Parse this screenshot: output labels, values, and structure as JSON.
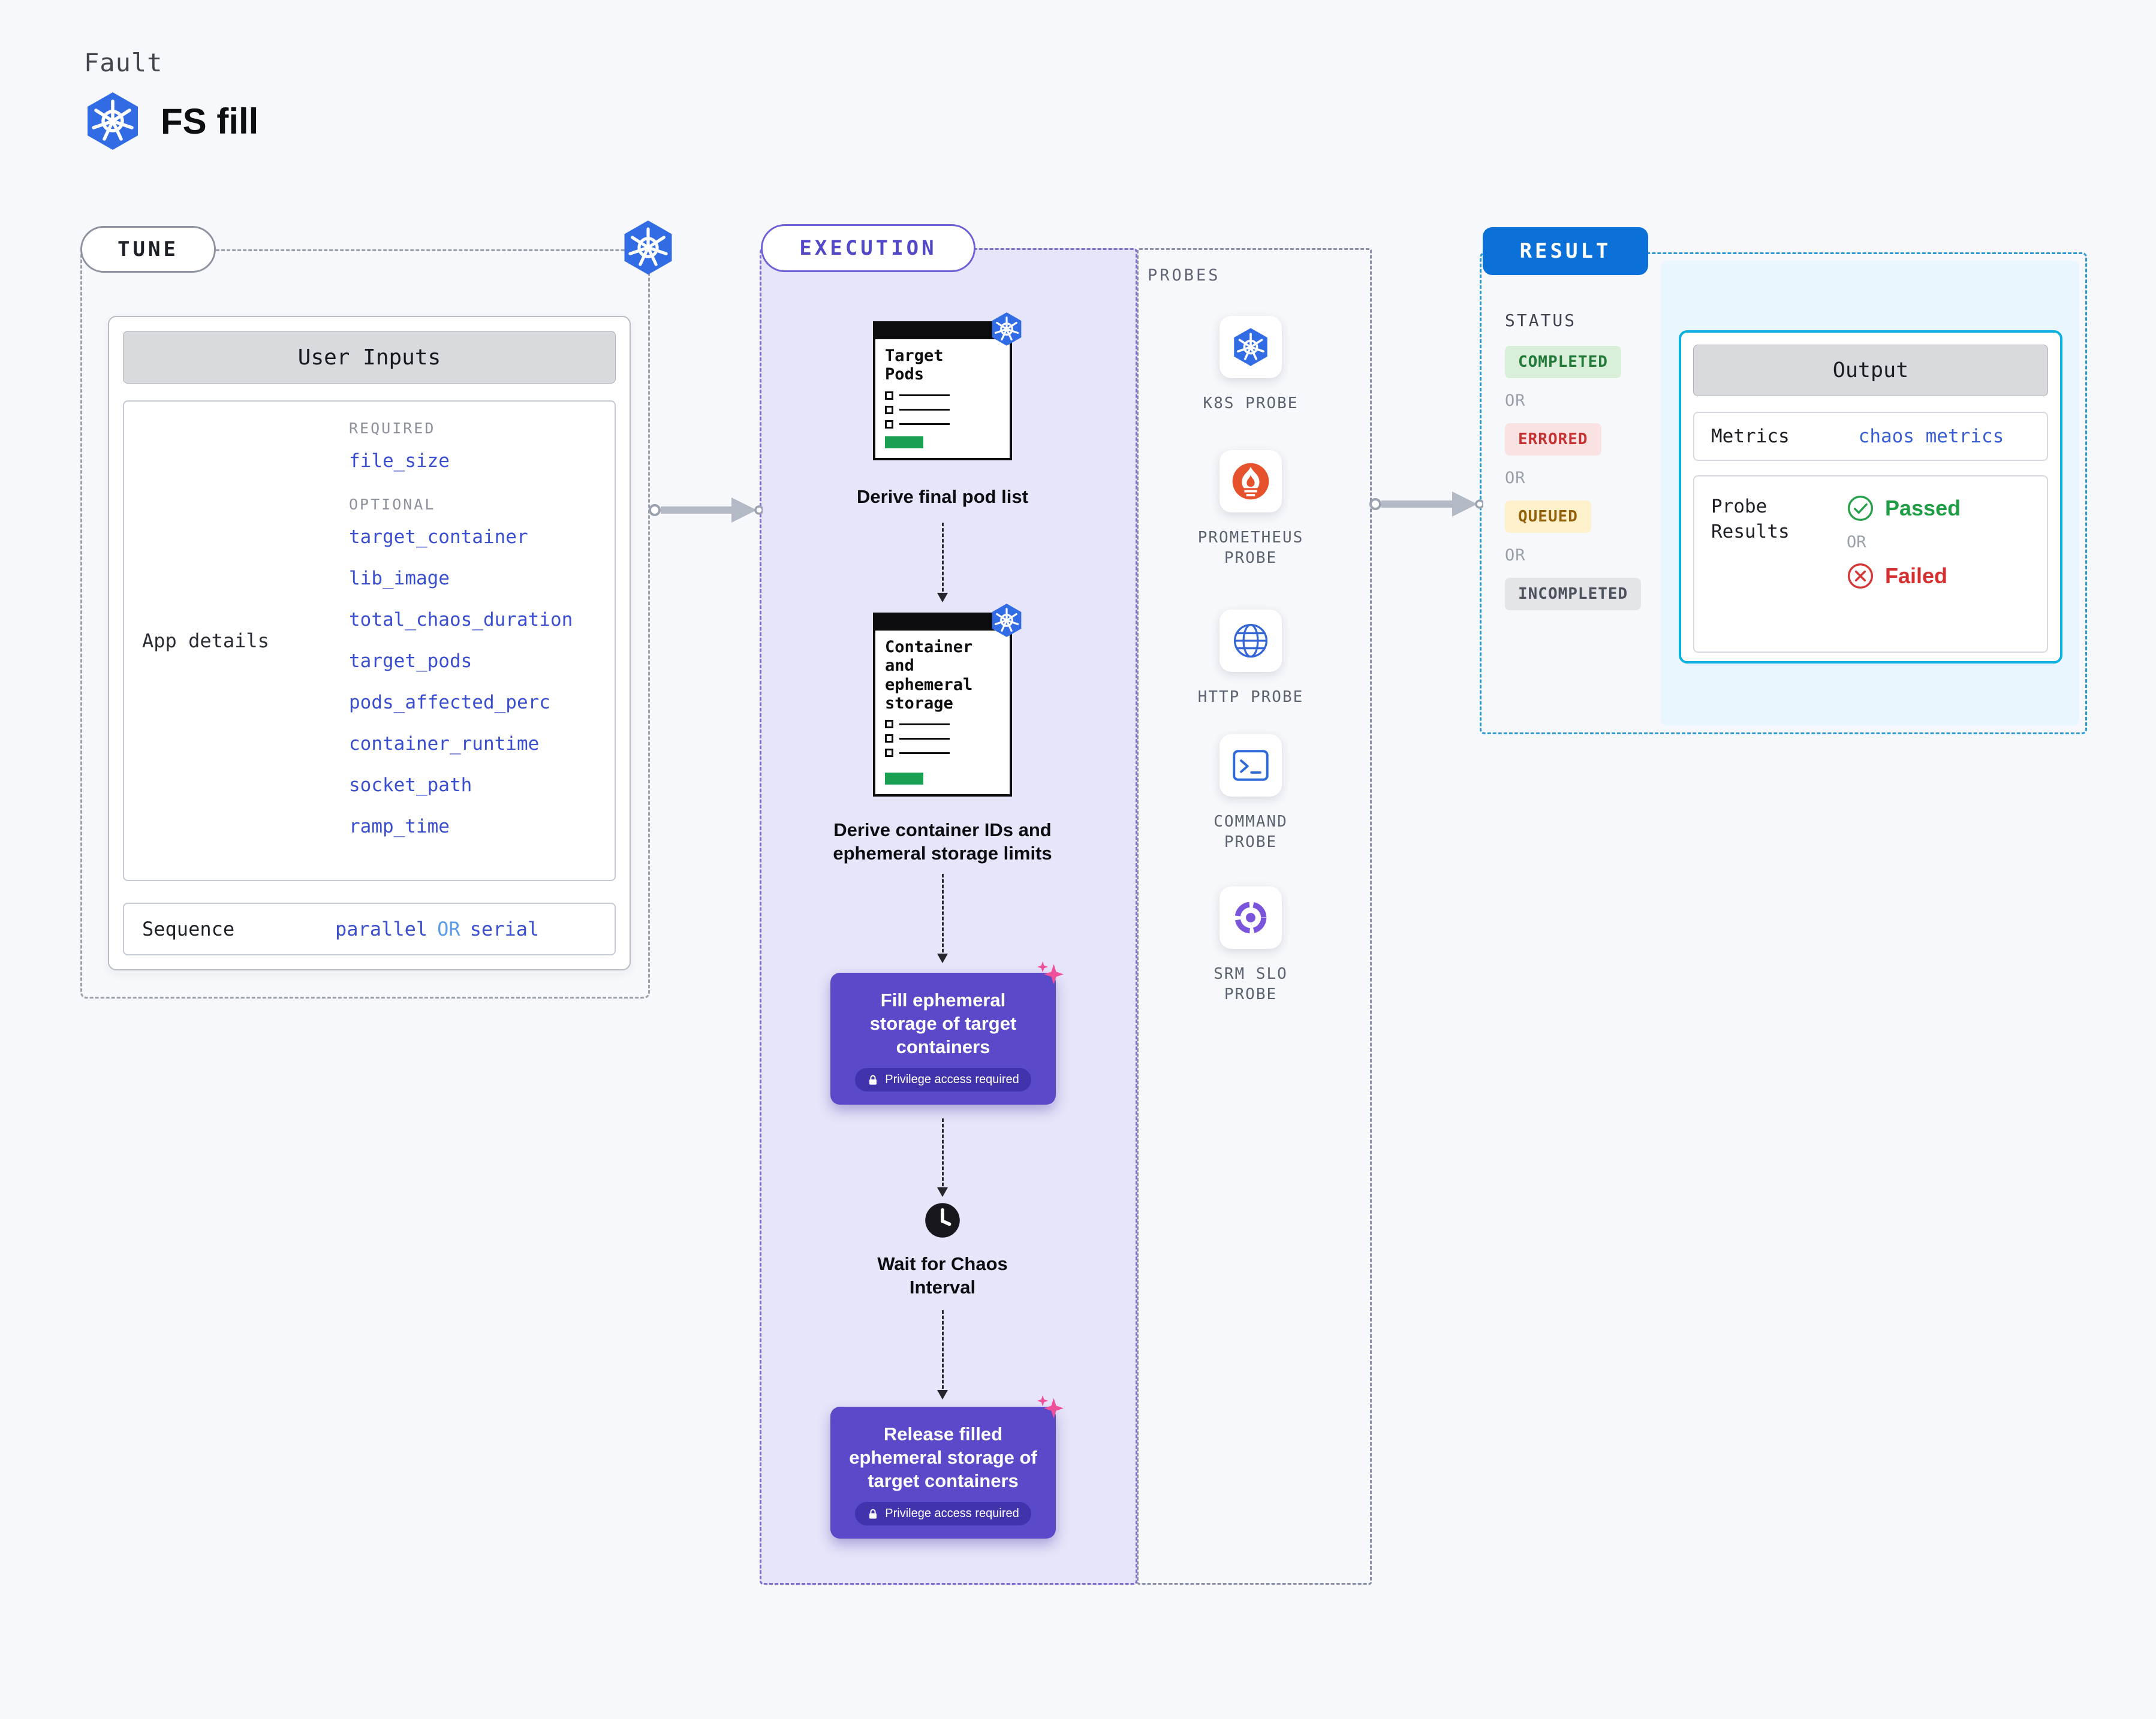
{
  "page": {
    "kicker": "Fault",
    "title": "FS fill"
  },
  "tune": {
    "tab_label": "TUNE",
    "card_title": "User Inputs",
    "group_label": "App details",
    "required_label": "REQUIRED",
    "required_items": [
      "file_size"
    ],
    "optional_label": "OPTIONAL",
    "optional_items": [
      "target_container",
      "lib_image",
      "total_chaos_duration",
      "target_pods",
      "pods_affected_perc",
      "container_runtime",
      "socket_path",
      "ramp_time"
    ],
    "sequence": {
      "label": "Sequence",
      "option_a": "parallel",
      "or": "OR",
      "option_b": "serial"
    }
  },
  "execution": {
    "tab_label": "EXECUTION",
    "doc1": {
      "title": "Target Pods",
      "caption": "Derive final pod list"
    },
    "doc2": {
      "title": "Container and ephemeral storage",
      "caption": "Derive container IDs and ephemeral storage limits"
    },
    "action1": {
      "label": "Fill ephemeral storage of target containers",
      "badge": "Privilege access required"
    },
    "wait_step": {
      "caption": "Wait for Chaos Interval"
    },
    "action2": {
      "label": "Release filled ephemeral storage of target containers",
      "badge": "Privilege access required"
    }
  },
  "probes": {
    "title": "PROBES",
    "items": [
      {
        "label": "K8S PROBE",
        "icon": "kubernetes-icon"
      },
      {
        "label": "PROMETHEUS PROBE",
        "icon": "prometheus-flame-icon"
      },
      {
        "label": "HTTP PROBE",
        "icon": "globe-icon"
      },
      {
        "label": "COMMAND PROBE",
        "icon": "terminal-icon"
      },
      {
        "label": "SRM SLO PROBE",
        "icon": "slo-donut-icon"
      }
    ]
  },
  "result": {
    "tab_label": "RESULT",
    "status_label": "STATUS",
    "or_label": "OR",
    "statuses": [
      {
        "label": "COMPLETED",
        "bg": "#d9efd9",
        "fg": "#217a38"
      },
      {
        "label": "ERRORED",
        "bg": "#fbe2e2",
        "fg": "#c43333"
      },
      {
        "label": "QUEUED",
        "bg": "#fdf0cb",
        "fg": "#93610a"
      },
      {
        "label": "INCOMPLETED",
        "bg": "#e4e5e9",
        "fg": "#4c525c"
      }
    ],
    "output": {
      "title": "Output",
      "metrics_label": "Metrics",
      "metrics_value": "chaos metrics",
      "probe_results_label": "Probe Results",
      "passed_label": "Passed",
      "or_label": "OR",
      "failed_label": "Failed"
    }
  },
  "colors": {
    "kubernetes_blue": "#326ce5",
    "param_blue": "#3a4ed0",
    "execution_purple": "#5a49c8",
    "execution_bg": "#e6e5f9",
    "result_tab_blue": "#0b70d8",
    "result_border_blue": "#2f9ad2",
    "output_border_cyan": "#08b1e0",
    "passed_green": "#1f9d44",
    "failed_red": "#d62f2f",
    "prometheus_orange": "#e6522c",
    "sparkle_pink": "#f0509a"
  }
}
